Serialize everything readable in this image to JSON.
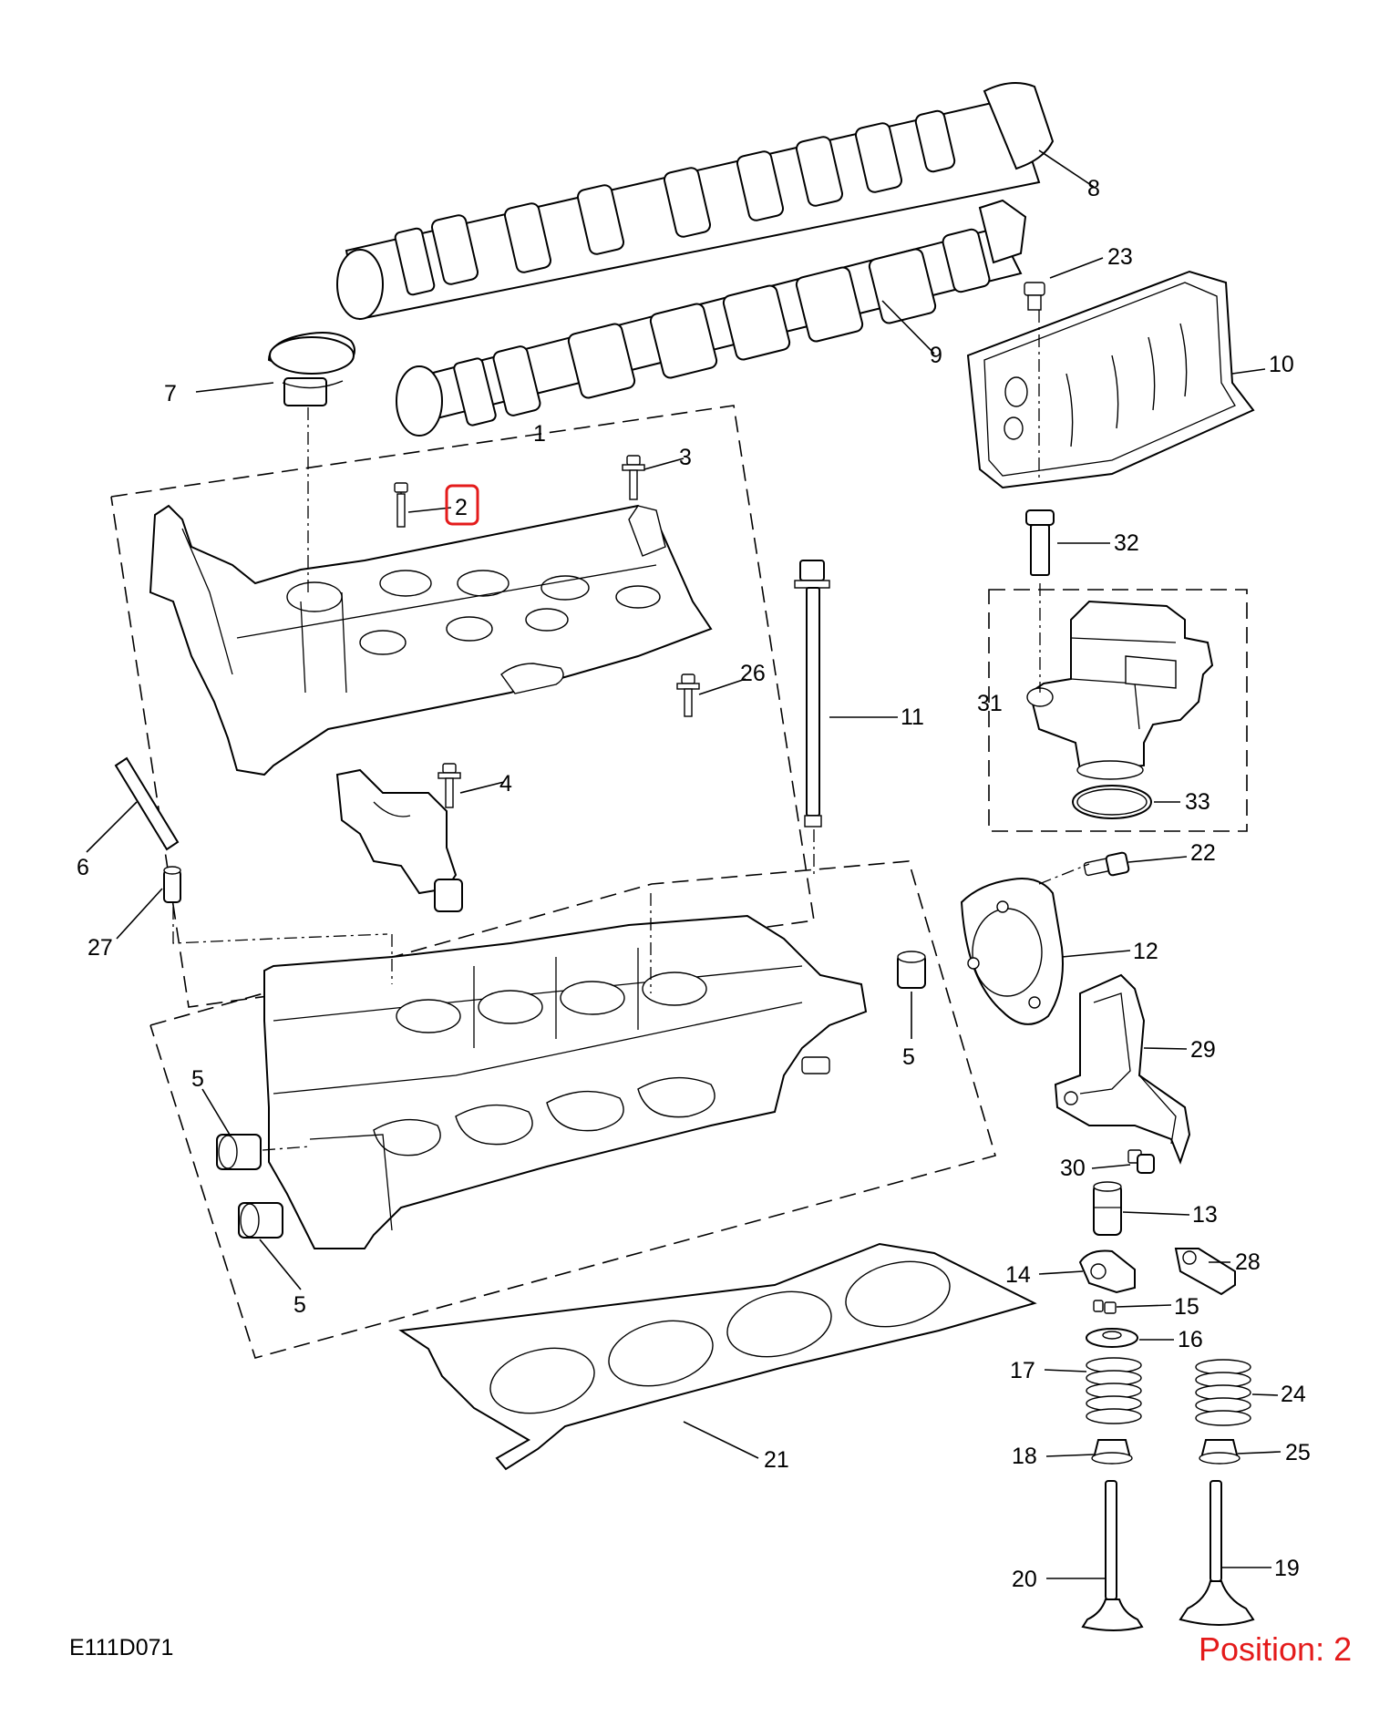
{
  "diagram_ref": "E111D071",
  "position_label": "Position: 2",
  "highlight_color": "#e41b1b",
  "callouts": {
    "c1": "1",
    "c2": "2",
    "c3": "3",
    "c4": "4",
    "c5a": "5",
    "c5b": "5",
    "c5c": "5",
    "c6": "6",
    "c7": "7",
    "c8": "8",
    "c9": "9",
    "c10": "10",
    "c11": "11",
    "c12": "12",
    "c13": "13",
    "c14": "14",
    "c15": "15",
    "c16": "16",
    "c17": "17",
    "c18": "18",
    "c19": "19",
    "c20": "20",
    "c21": "21",
    "c22": "22",
    "c23": "23",
    "c24": "24",
    "c25": "25",
    "c26": "26",
    "c27": "27",
    "c28": "28",
    "c29": "29",
    "c30": "30",
    "c31": "31",
    "c32": "32",
    "c33": "33"
  }
}
